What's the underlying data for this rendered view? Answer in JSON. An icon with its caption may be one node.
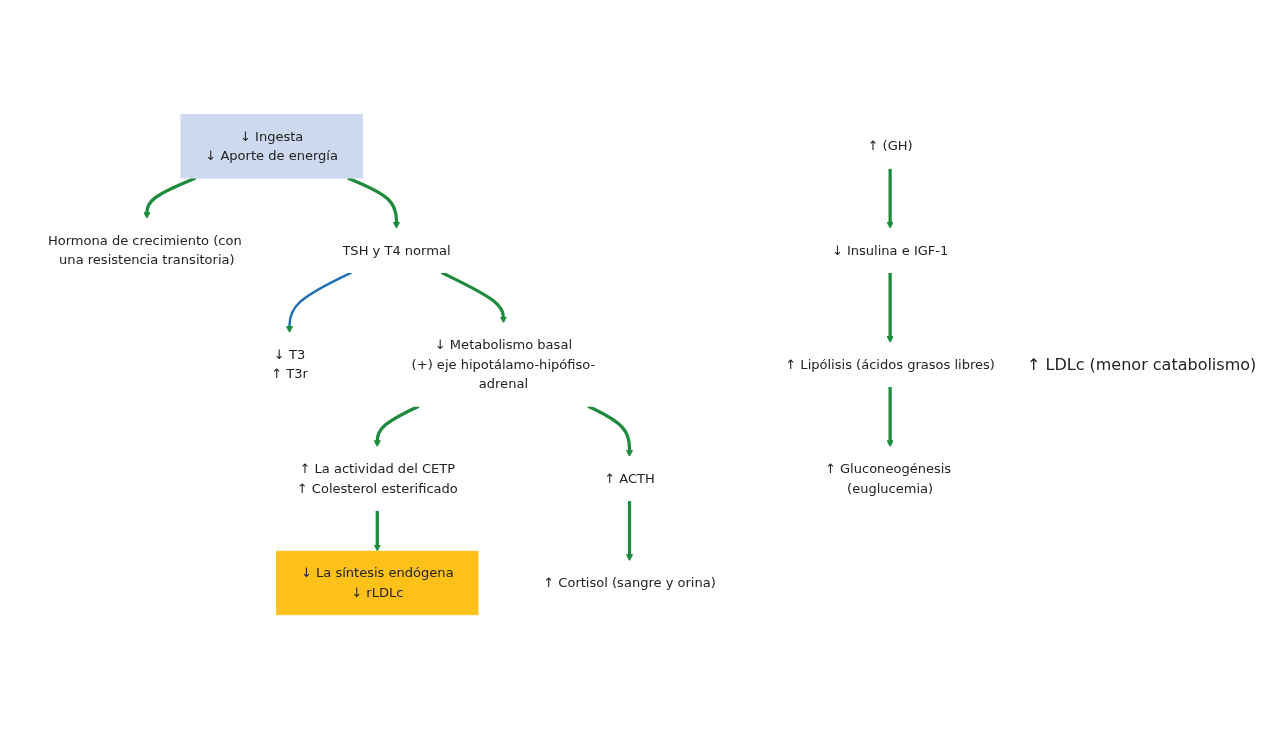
{
  "diagram": {
    "nodes": [
      {
        "text": [
          "↓ Ingesta",
          "↓ Aporte de energía"
        ]
      },
      {
        "text": [
          "Hormona de crecimiento (con una resistencia transitoria)"
        ]
      },
      {
        "text": [
          "TSH y T4 normal"
        ]
      },
      {
        "text": [
          "↓ T3",
          "↑ T3r"
        ]
      },
      {
        "text": [
          "↓ Metabolismo basal",
          "(+) eje hipotálamo-hipófiso-adrenal"
        ]
      },
      {
        "text": [
          "↑ La actividad del CETP",
          "↑ Colesterol esterificado"
        ]
      },
      {
        "text": [
          "↑ ACTH"
        ]
      },
      {
        "text": [
          "↑ Cortisol (sangre y orina)"
        ]
      },
      {
        "text": [
          "↓ La síntesis endógena",
          "↓ rLDLc"
        ]
      },
      {
        "text": [
          "↑ (GH)"
        ]
      },
      {
        "text": [
          "↓ Insulina e IGF-1"
        ]
      },
      {
        "text": [
          "↑ Lipólisis (ácidos grasos libres)"
        ]
      },
      {
        "text": [
          "↑ Gluconeogénesis (euglucemia)"
        ]
      }
    ],
    "edges": [
      {
        "from": 0,
        "to": 2,
        "arrow": "to"
      },
      {
        "from": 0,
        "to": 1,
        "arrow": "to"
      },
      {
        "from": 2,
        "to": 3,
        "arrow": "to",
        "color": "#1f6fb5"
      },
      {
        "from": 2,
        "to": 4,
        "arrow": "to"
      },
      {
        "from": 4,
        "to": 5,
        "arrow": "to"
      },
      {
        "from": 4,
        "to": 6,
        "arrow": "to"
      },
      {
        "from": 6,
        "to": 7,
        "arrow": "to"
      },
      {
        "from": 5,
        "to": 8,
        "arrow": "to"
      },
      {
        "from": 9,
        "to": 10,
        "arrow": "to"
      },
      {
        "from": 10,
        "to": 11,
        "arrow": "to"
      },
      {
        "from": 11,
        "to": 12,
        "arrow": "to"
      }
    ],
    "labels": [
      "↑ LDLc (menor catabolismo)"
    ]
  }
}
